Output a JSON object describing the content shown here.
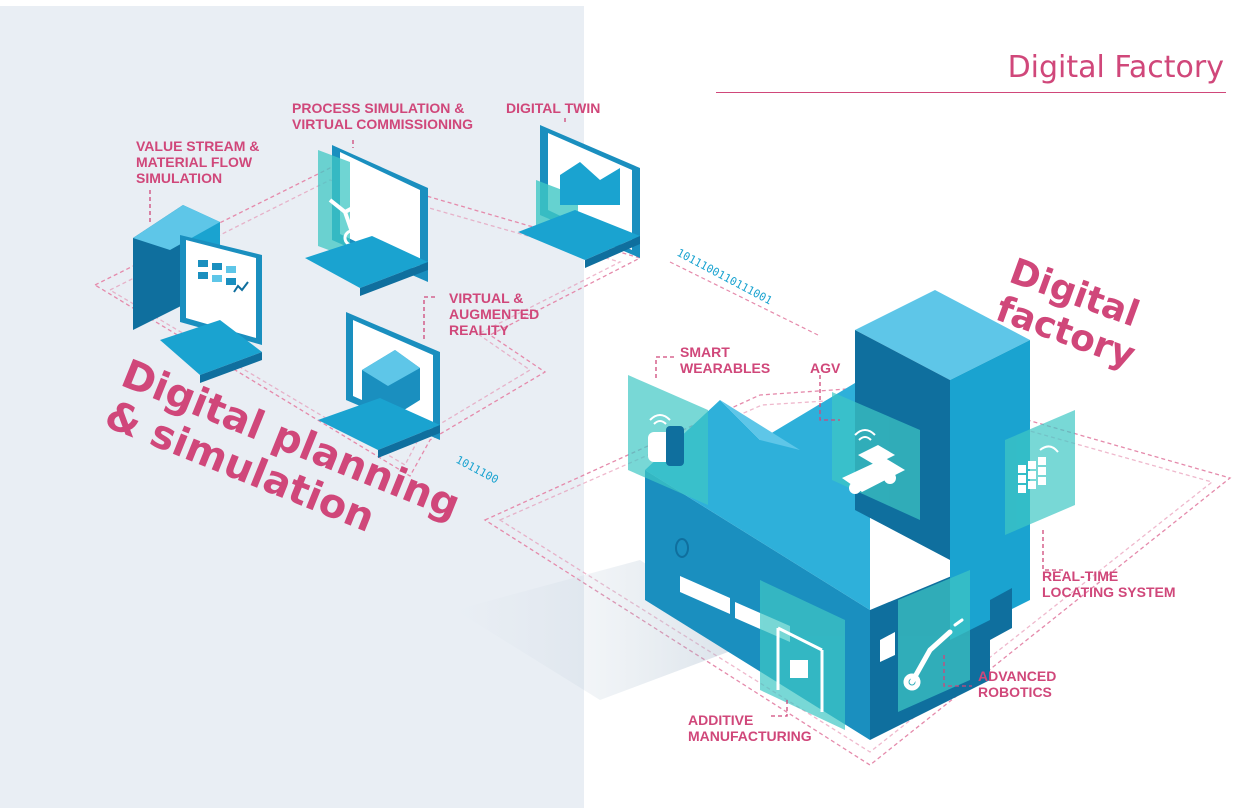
{
  "page": {
    "title": "Digital Factory"
  },
  "sections": {
    "planning": "Digital planning\n& simulation",
    "factory": "Digital\nfactory"
  },
  "callouts": {
    "value_stream": "VALUE STREAM &\nMATERIAL FLOW\nSIMULATION",
    "process_simulation": "PROCESS SIMULATION &\nVIRTUAL COMMISSIONING",
    "digital_twin": "DIGITAL TWIN",
    "virtual_reality": "VIRTUAL &\nAUGMENTED\nREALITY",
    "smart_wearables": "SMART\nWEARABLES",
    "agv": "AGV",
    "rtls": "REAL-TIME\nLOCATING SYSTEM",
    "advanced_robotics": "ADVANCED\nROBOTICS",
    "additive_manufacturing": "ADDITIVE\nMANUFACTURING"
  },
  "binary": {
    "stream_top": "1011100110111001",
    "stream_bottom": "1011100"
  },
  "colors": {
    "accent": "#d0477a",
    "panel": "#e9eef4",
    "blue_dark": "#0f6f9e",
    "blue_mid": "#1aa3d0",
    "blue_light": "#5ec6e8",
    "teal_glass": "#3fc7c4"
  }
}
